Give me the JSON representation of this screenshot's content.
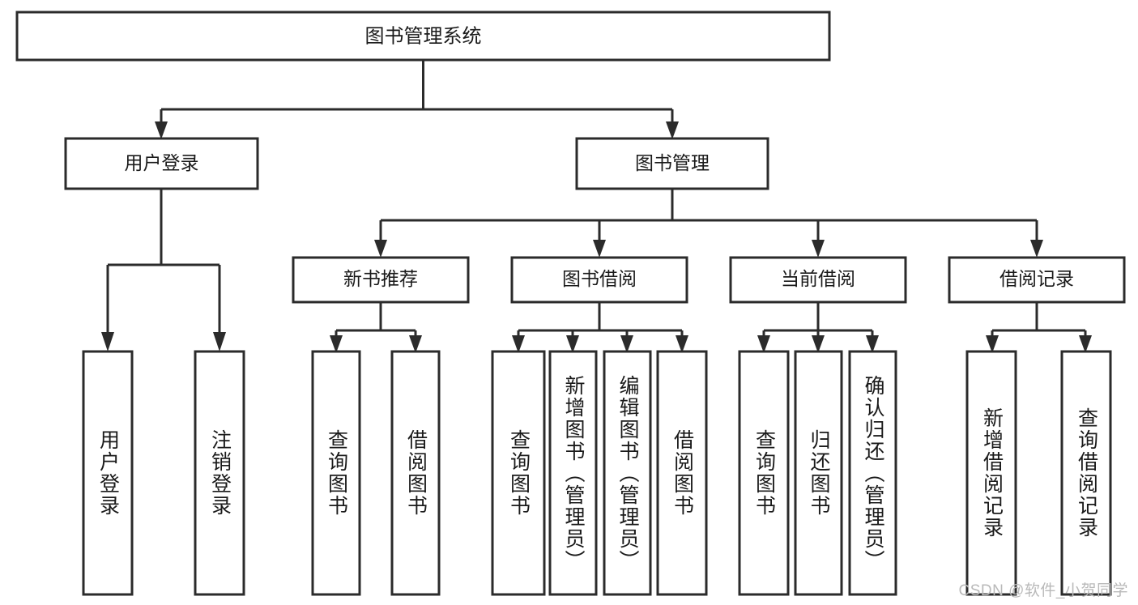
{
  "diagram": {
    "type": "tree-hierarchy",
    "title": "图书管理系统",
    "orientation": "top-down",
    "colors": {
      "box_stroke": "#2b2b2b",
      "box_fill": "#ffffff",
      "text": "#1a1a1a",
      "background": "#ffffff",
      "watermark": "#b9b9b9"
    },
    "root": {
      "label": "图书管理系统"
    },
    "level2": [
      {
        "label": "用户登录"
      },
      {
        "label": "图书管理"
      }
    ],
    "level3": [
      {
        "label": "新书推荐"
      },
      {
        "label": "图书借阅"
      },
      {
        "label": "当前借阅"
      },
      {
        "label": "借阅记录"
      }
    ],
    "leaves": {
      "user_login": [
        {
          "label": "用户登录"
        },
        {
          "label": "注销登录"
        }
      ],
      "new_book_recommend": [
        {
          "label": "查询图书"
        },
        {
          "label": "借阅图书"
        }
      ],
      "book_borrow": [
        {
          "label": "查询图书"
        },
        {
          "label": "新增图书（管理员）"
        },
        {
          "label": "编辑图书（管理员）"
        },
        {
          "label": "借阅图书"
        }
      ],
      "current_borrow": [
        {
          "label": "查询图书"
        },
        {
          "label": "归还图书"
        },
        {
          "label": "确认归还（管理员）"
        }
      ],
      "borrow_records": [
        {
          "label": "新增借阅记录"
        },
        {
          "label": "查询借阅记录"
        }
      ]
    }
  },
  "watermark": {
    "text": "CSDN @软件_小贺同学"
  }
}
